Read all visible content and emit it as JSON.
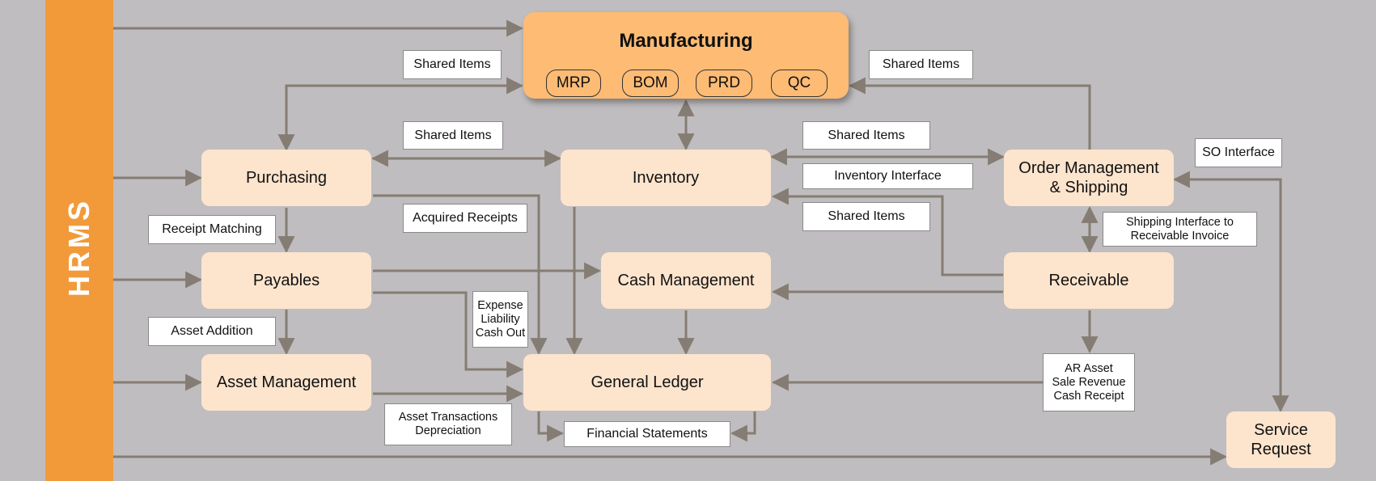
{
  "colors": {
    "hrms_bar": "#f29a3a",
    "manufacturing": "#fdbb74",
    "module": "#fde4cd",
    "connector": "#857d73",
    "background": "#bfbdbf"
  },
  "hrms": {
    "label": "HRMS"
  },
  "manufacturing": {
    "title": "Manufacturing",
    "submodules": [
      "MRP",
      "BOM",
      "PRD",
      "QC"
    ]
  },
  "modules": {
    "purchasing": "Purchasing",
    "inventory": "Inventory",
    "order_management": "Order Management\n& Shipping",
    "payables": "Payables",
    "cash_management": "Cash Management",
    "receivable": "Receivable",
    "asset_management": "Asset Management",
    "general_ledger": "General Ledger",
    "service_request": "Service\nRequest"
  },
  "labels": {
    "shared_items_top_left": "Shared Items",
    "shared_items_top_right": "Shared Items",
    "shared_items_purchasing": "Shared Items",
    "shared_items_inventory_om": "Shared Items",
    "inventory_interface": "Inventory Interface",
    "shared_items_inventory_recv": "Shared Items",
    "so_interface": "SO Interface",
    "receipt_matching": "Receipt Matching",
    "acquired_receipts": "Acquired Receipts",
    "shipping_interface": "Shipping Interface to\nReceivable Invoice",
    "expense_liability": "Expense\nLiability\nCash Out",
    "asset_addition": "Asset Addition",
    "ar_asset": "AR Asset\nSale Revenue\nCash Receipt",
    "asset_transactions": "Asset Transactions\nDepreciation",
    "financial_statements": "Financial Statements"
  }
}
